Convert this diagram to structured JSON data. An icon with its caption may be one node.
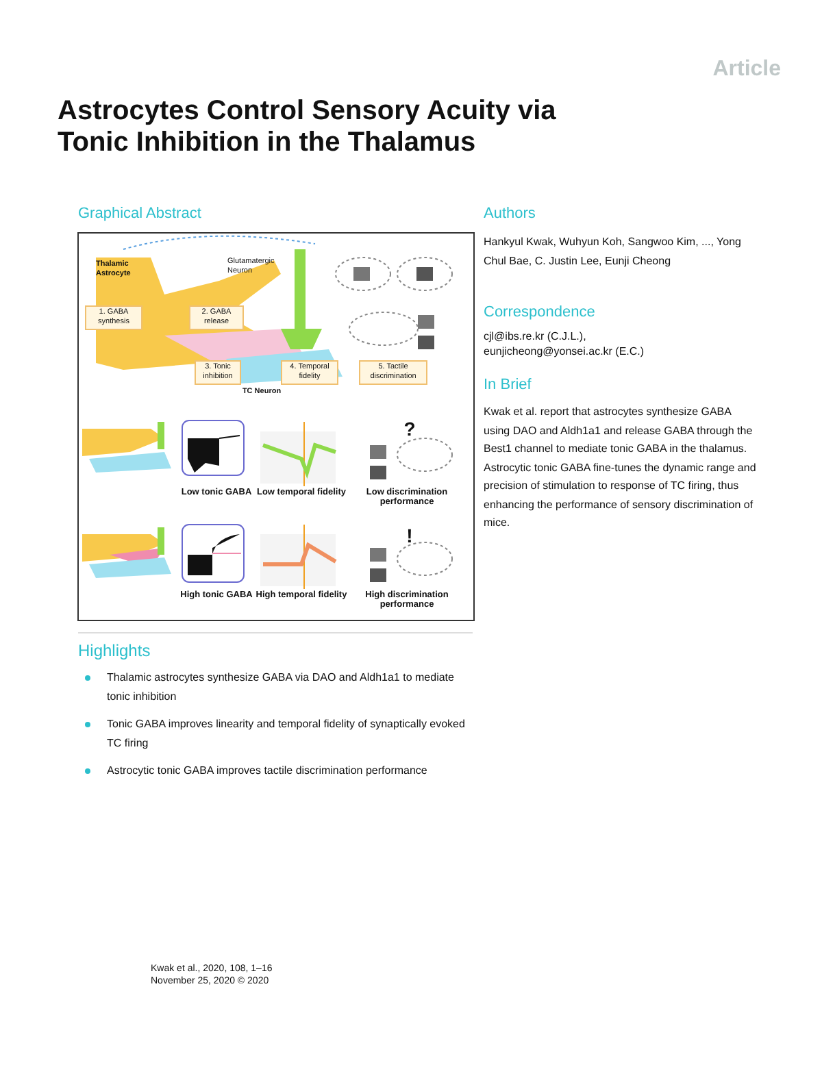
{
  "diagram": {
    "title": "Astrocytes Control Sensory Acuity via Tonic Inhibition in the Thalamus",
    "nodes": [
      {
        "text": [
          "1. GABA synthesis"
        ]
      },
      {
        "text": [
          "2. GABA release"
        ]
      },
      {
        "text": [
          "3. Tonic inhibition"
        ]
      },
      {
        "text": [
          "4. Temporal fidelity"
        ]
      },
      {
        "text": [
          "5. Tactile discrimination"
        ]
      }
    ],
    "labels": [
      "Article",
      "Graphical Abstract",
      "Authors",
      "Hankyul Kwak, Wuhyun Koh, Sangwoo Kim, ..., Yong Chul Bae, C. Justin Lee, Eunji Cheong",
      "Correspondence",
      "cjl@ibs.re.kr (C.J.L.),",
      "eunjicheong@yonsei.ac.kr (E.C.)",
      "In Brief",
      "Kwak et al. report that astrocytes synthesize GABA using DAO and Aldh1a1 and release GABA through the Best1 channel to mediate tonic GABA in the thalamus. Astrocytic tonic GABA fine-tunes the dynamic range and precision of stimulation to response of TC firing, thus enhancing the performance of sensory discrimination of mice.",
      "Highlights",
      "Thalamic astrocytes synthesize GABA via DAO and Aldh1a1 to mediate tonic inhibition",
      "Tonic GABA improves linearity and temporal fidelity of synaptically evoked TC firing",
      "Astrocytic tonic GABA improves tactile discrimination performance",
      "Kwak et al., 2020, 108, 1–16",
      "November 25, 2020 © 2020",
      "Thalamic Astrocyte",
      "Glutamatergic Neuron",
      "TC Neuron",
      "Low tonic GABA",
      "Low temporal fidelity",
      "Low discrimination performance",
      "High tonic GABA",
      "High temporal fidelity",
      "High discrimination performance",
      "?",
      "!"
    ]
  }
}
